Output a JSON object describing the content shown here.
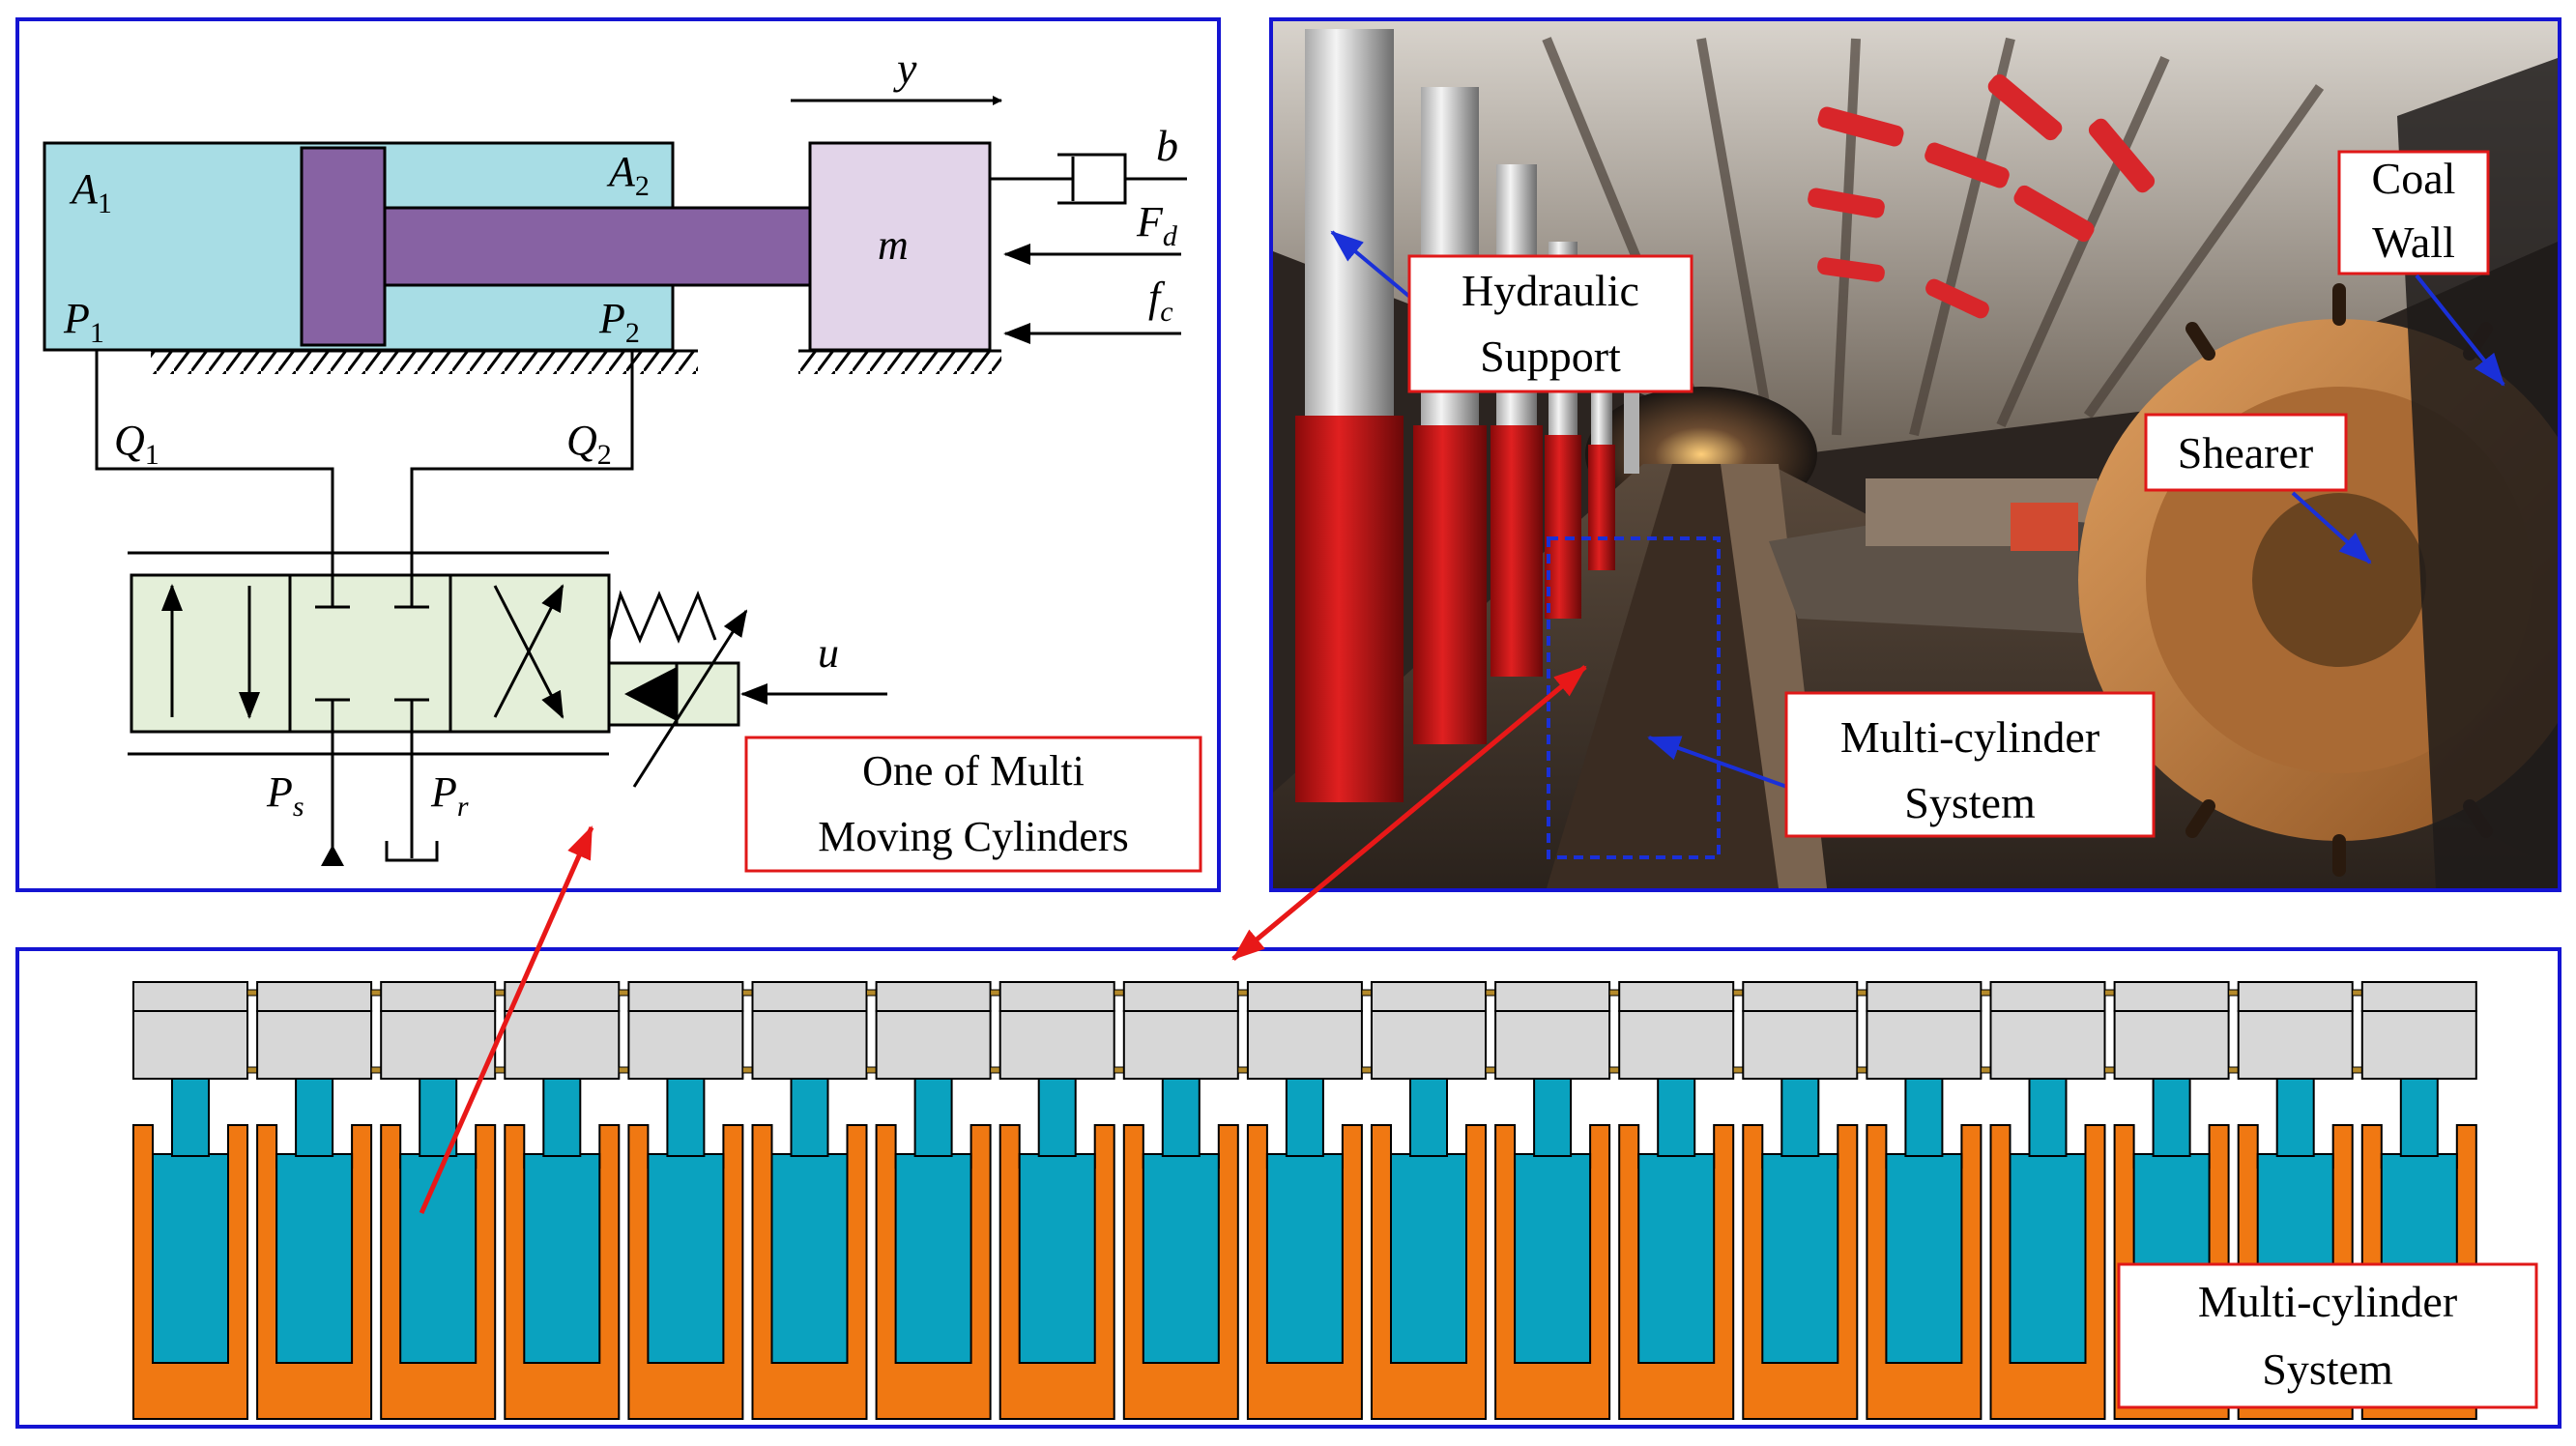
{
  "colors": {
    "panel_border": "#1414d2",
    "callout_border": "#e01818",
    "cylinder_body": "#a8dde5",
    "piston": "#8762a3",
    "mass": "#e2d4e9",
    "valve": "#e4efd9",
    "orange": "#f07812",
    "cyan": "#0aa2bf",
    "support_gray": "#d7d7d7",
    "red_arrow": "#e81818",
    "blue_arrow": "#1a30d8"
  },
  "schematic": {
    "labels": {
      "y": "y",
      "b": "b",
      "A1": "A",
      "A1_sub": "1",
      "A2": "A",
      "A2_sub": "2",
      "P1": "P",
      "P1_sub": "1",
      "P2": "P",
      "P2_sub": "2",
      "m": "m",
      "Fd": "F",
      "Fd_sub": "d",
      "fc": "f",
      "fc_sub": "c",
      "Q1": "Q",
      "Q1_sub": "1",
      "Q2": "Q",
      "Q2_sub": "2",
      "u": "u",
      "Ps": "P",
      "Ps_sub": "s",
      "Pr": "P",
      "Pr_sub": "r"
    },
    "callout_line1": "One of Multi",
    "callout_line2": "Moving Cylinders"
  },
  "photo": {
    "hydraulic_support_line1": "Hydraulic",
    "hydraulic_support_line2": "Support",
    "coal_wall_line1": "Coal",
    "coal_wall_line2": "Wall",
    "shearer": "Shearer",
    "multi_cylinder_line1": "Multi-cylinder",
    "multi_cylinder_line2": "System"
  },
  "array": {
    "cylinder_count": 19,
    "callout_line1": "Multi-cylinder",
    "callout_line2": "System"
  }
}
